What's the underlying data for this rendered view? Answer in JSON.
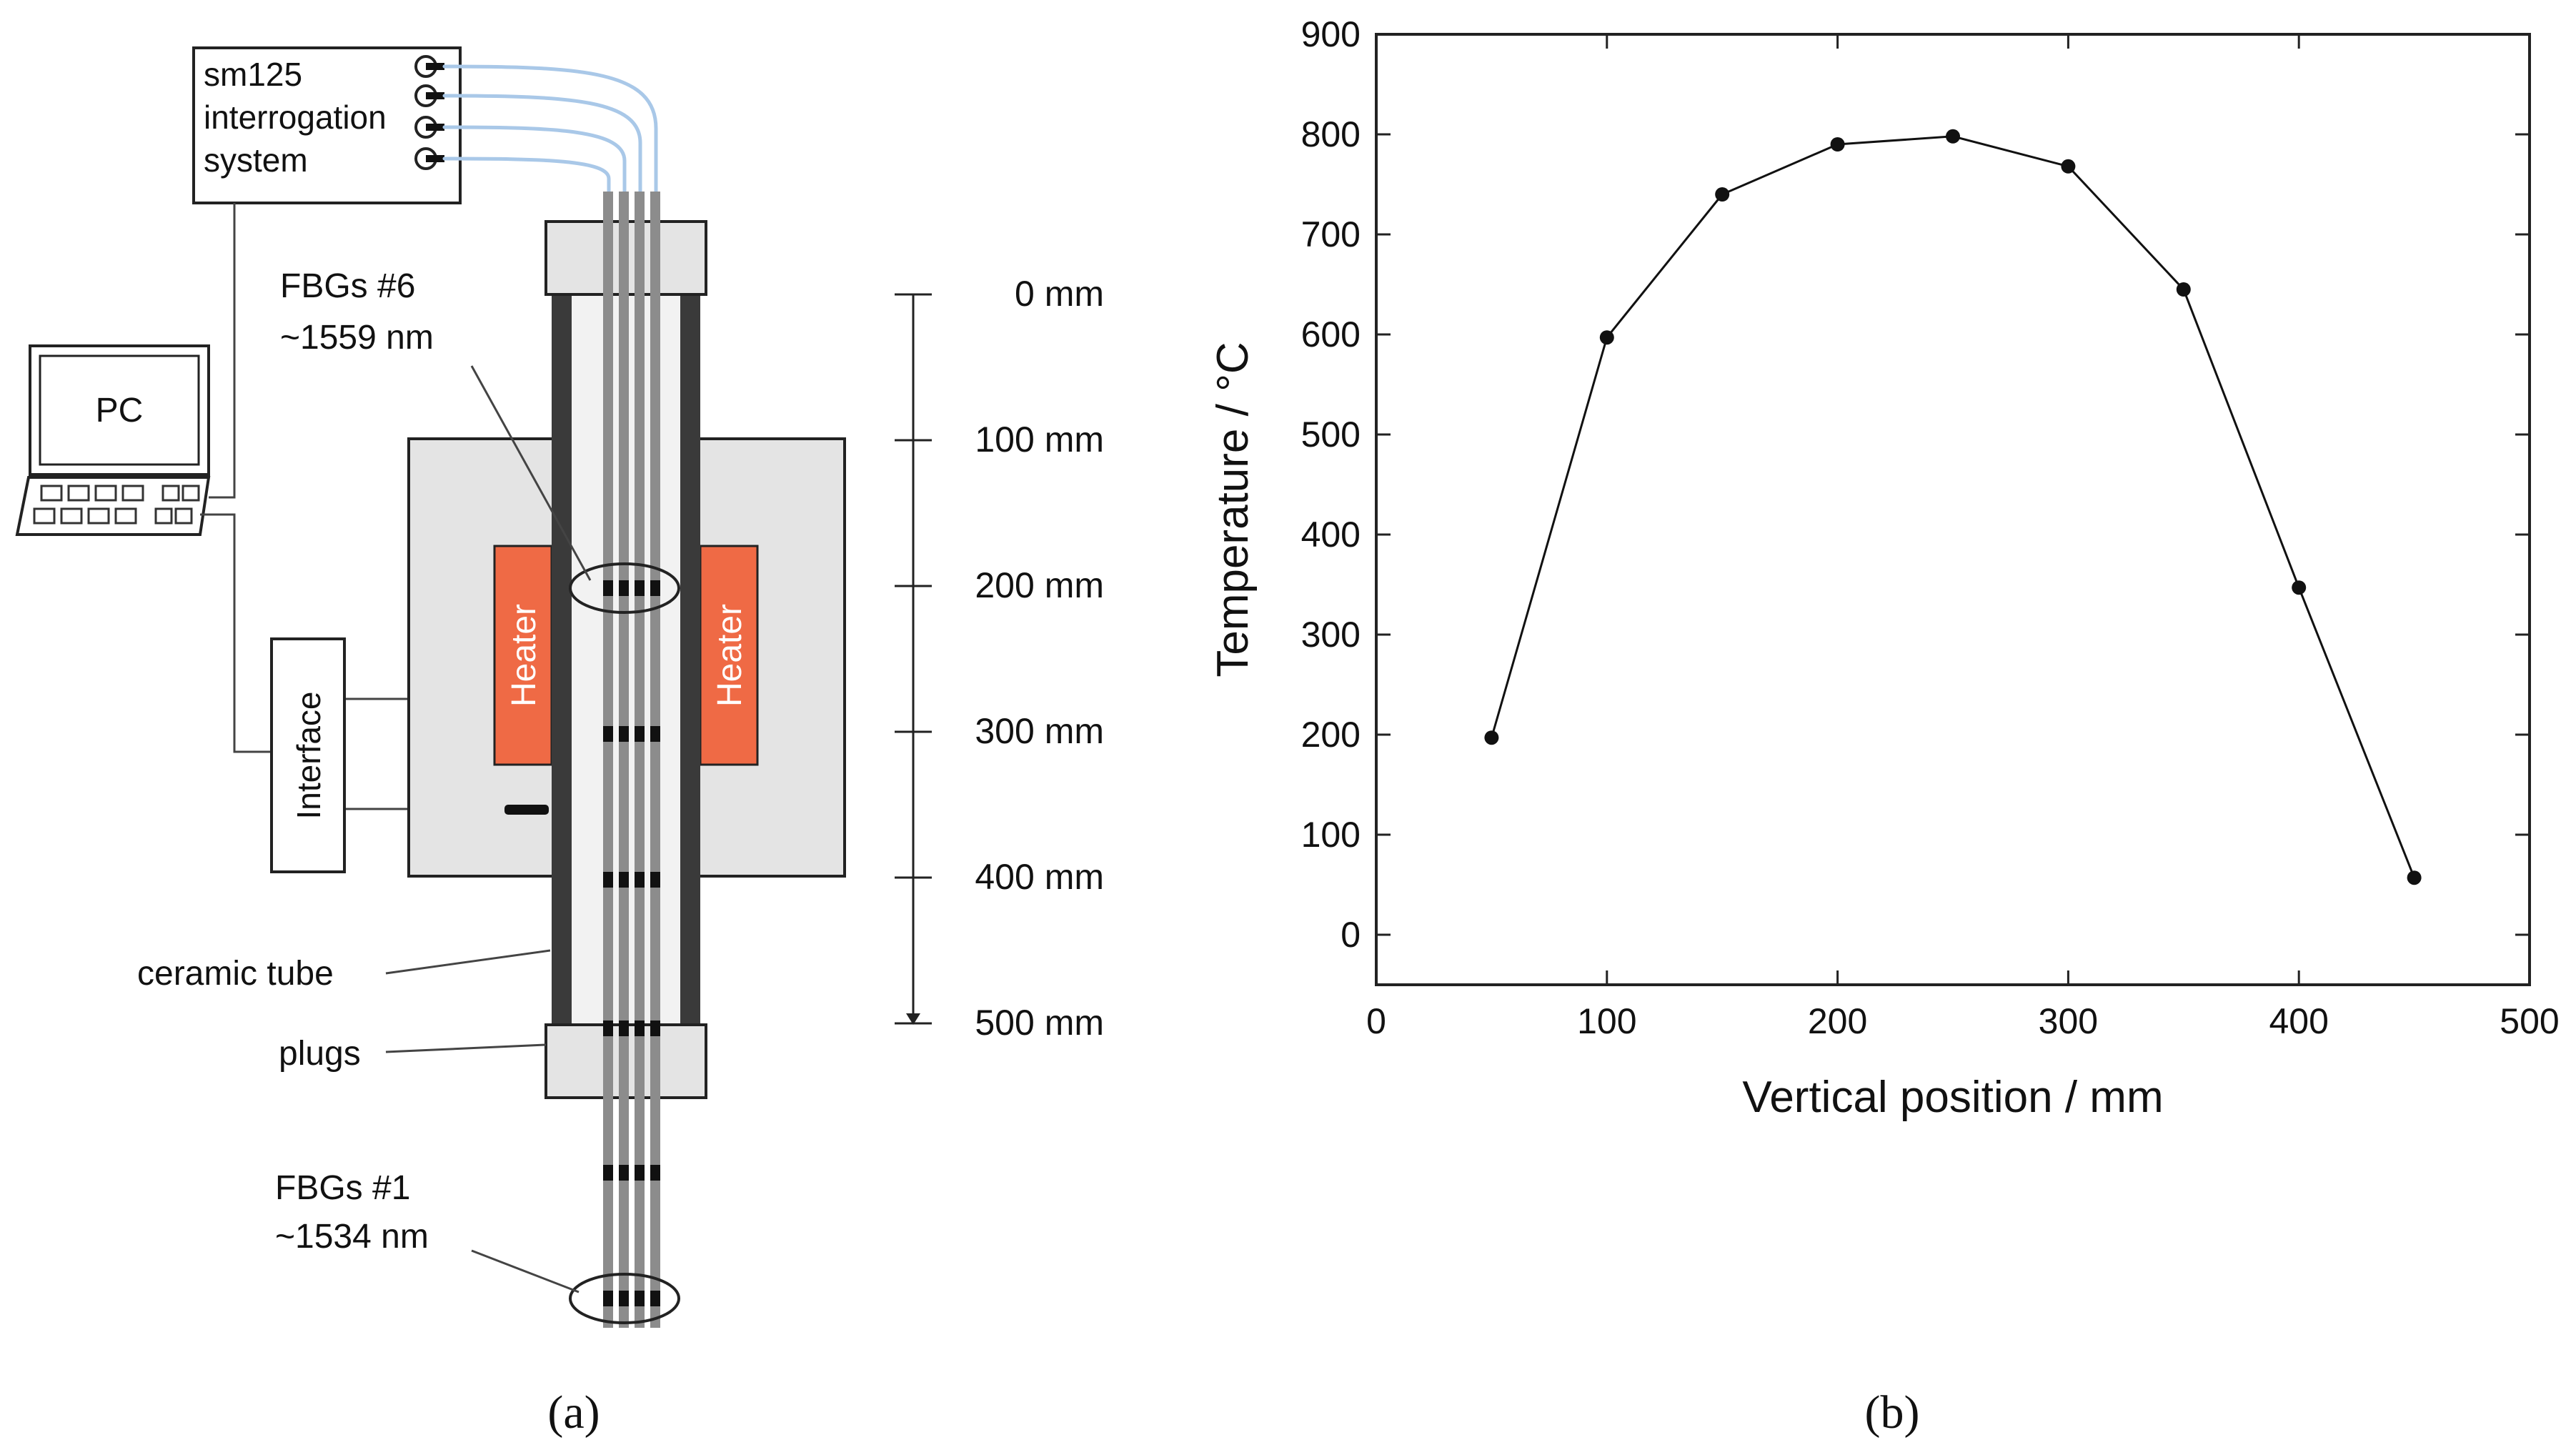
{
  "diagram": {
    "interrogator_lines": [
      "sm125",
      "interrogation",
      "system"
    ],
    "pc_label": "PC",
    "interface_label": "Interface",
    "heater_label": "Heater",
    "fbg_top_line1": "FBGs #6",
    "fbg_top_line2": "~1559 nm",
    "fbg_bottom_line1": "FBGs #1",
    "fbg_bottom_line2": "~1534 nm",
    "ceramic_tube_label": "ceramic tube",
    "plugs_label": "plugs",
    "scale_labels": [
      "0 mm",
      "100 mm",
      "200 mm",
      "300 mm",
      "400 mm",
      "500 mm"
    ],
    "caption": "(a)"
  },
  "colors": {
    "heater": "#ef6a45",
    "furnace": "#e4e4e4",
    "tube": "#3a3a3a",
    "fiber": "#8c8c8c",
    "fiber_cable": "#a9c8e8"
  },
  "chart_data": {
    "type": "line",
    "title": "",
    "xlabel": "Vertical position / mm",
    "ylabel": "Temperature / °C",
    "xlim": [
      0,
      500
    ],
    "ylim": [
      -50,
      900
    ],
    "xticks": [
      0,
      100,
      200,
      300,
      400,
      500
    ],
    "yticks": [
      0,
      100,
      200,
      300,
      400,
      500,
      600,
      700,
      800,
      900
    ],
    "grid": false,
    "series": [
      {
        "x": [
          50,
          100,
          150,
          200,
          250,
          300,
          350,
          400,
          450
        ],
        "y": [
          197,
          597,
          740,
          790,
          798,
          768,
          645,
          347,
          57
        ]
      }
    ],
    "caption": "(b)"
  }
}
